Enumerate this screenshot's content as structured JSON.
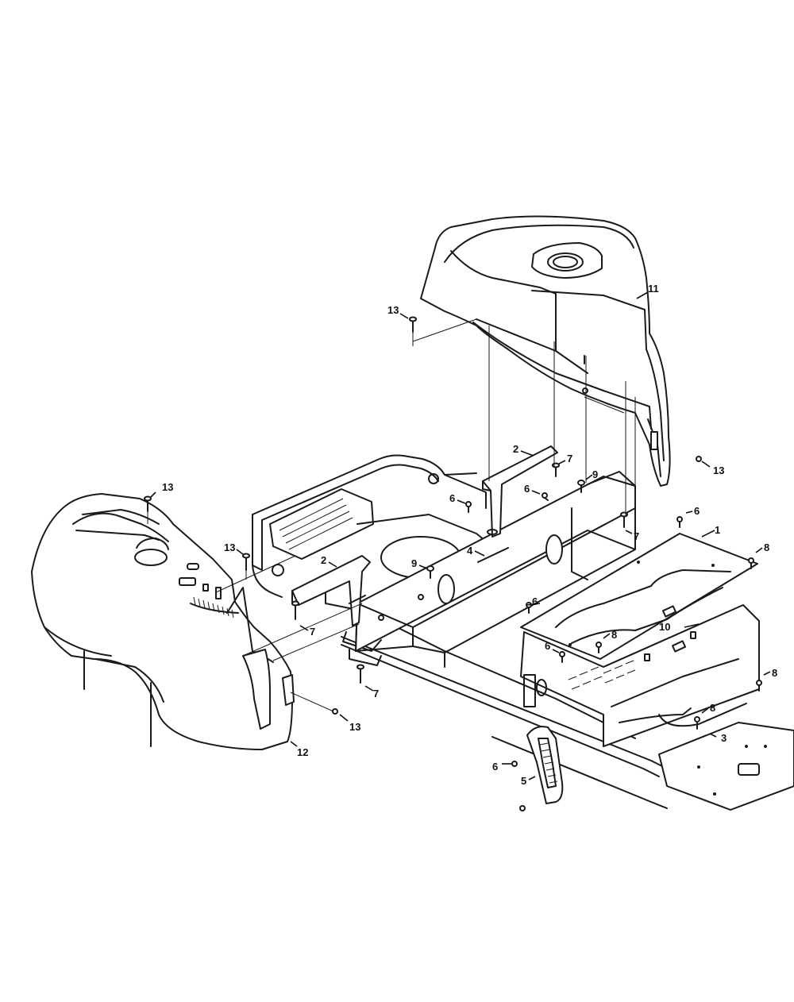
{
  "callouts": [
    {
      "id": "c11",
      "label": "11"
    },
    {
      "id": "c13a",
      "label": "13"
    },
    {
      "id": "c13b",
      "label": "13"
    },
    {
      "id": "c13c",
      "label": "13"
    },
    {
      "id": "c13d",
      "label": "13"
    },
    {
      "id": "c13e",
      "label": "13"
    },
    {
      "id": "c2a",
      "label": "2"
    },
    {
      "id": "c2b",
      "label": "2"
    },
    {
      "id": "c7a",
      "label": "7"
    },
    {
      "id": "c7b",
      "label": "7"
    },
    {
      "id": "c7c",
      "label": "7"
    },
    {
      "id": "c7d",
      "label": "7"
    },
    {
      "id": "c9a",
      "label": "9"
    },
    {
      "id": "c9b",
      "label": "9"
    },
    {
      "id": "c6a",
      "label": "6"
    },
    {
      "id": "c6b",
      "label": "6"
    },
    {
      "id": "c6c",
      "label": "6"
    },
    {
      "id": "c6d",
      "label": "6"
    },
    {
      "id": "c6e",
      "label": "6"
    },
    {
      "id": "c6f",
      "label": "6"
    },
    {
      "id": "c1",
      "label": "1"
    },
    {
      "id": "c8a",
      "label": "8"
    },
    {
      "id": "c8b",
      "label": "8"
    },
    {
      "id": "c8c",
      "label": "8"
    },
    {
      "id": "c8d",
      "label": "8"
    },
    {
      "id": "c4",
      "label": "4"
    },
    {
      "id": "c10",
      "label": "10"
    },
    {
      "id": "c3",
      "label": "3"
    },
    {
      "id": "c5",
      "label": "5"
    },
    {
      "id": "c12",
      "label": "12"
    }
  ]
}
